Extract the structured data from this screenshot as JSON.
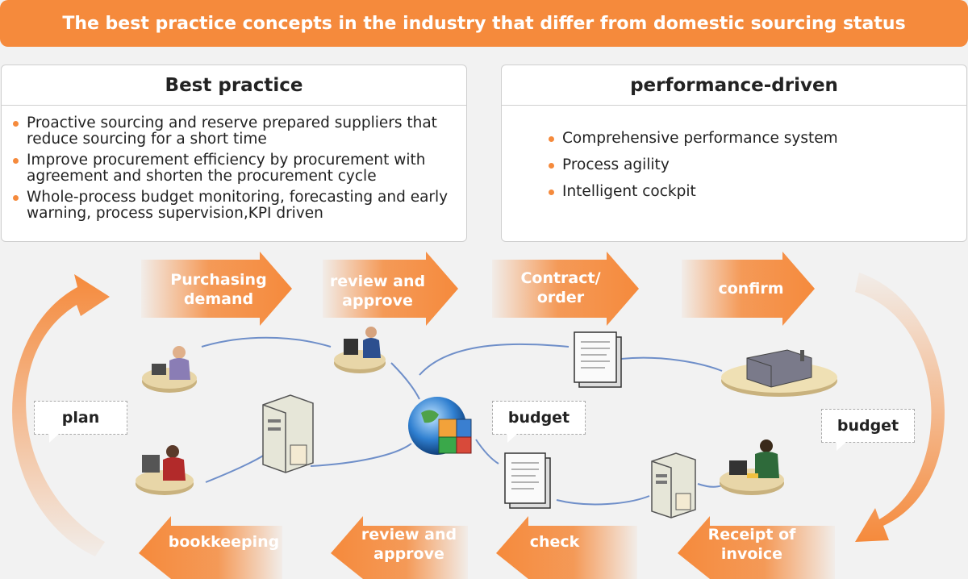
{
  "header": {
    "title": "The best practice concepts in the industry that differ from domestic sourcing status"
  },
  "best_practice": {
    "title": "Best practice",
    "items": [
      "Proactive sourcing and reserve prepared suppliers that reduce sourcing for a short time",
      "Improve procurement efficiency by procurement with agreement and shorten the procurement cycle",
      "Whole-process budget monitoring, forecasting and early warning, process supervision,KPI driven"
    ]
  },
  "performance": {
    "title": "performance-driven",
    "items": [
      "Comprehensive performance system",
      "Process agility",
      "Intelligent cockpit"
    ]
  },
  "flow": {
    "top_steps": [
      "Purchasing\ndemand",
      "review and\napprove",
      "Contract/\norder",
      "confirm"
    ],
    "bottom_steps": [
      "Receipt of\ninvoice",
      "check",
      "review and\napprove",
      "bookkeeping"
    ],
    "callouts": {
      "plan": "plan",
      "budget_center": "budget",
      "budget_right": "budget"
    }
  },
  "colors": {
    "accent": "#f58a3c",
    "line": "#6f8fc9"
  },
  "icons": [
    "person-at-desk-icon",
    "server-icon",
    "document-icon",
    "factory-icon",
    "globe-puzzle-icon"
  ]
}
